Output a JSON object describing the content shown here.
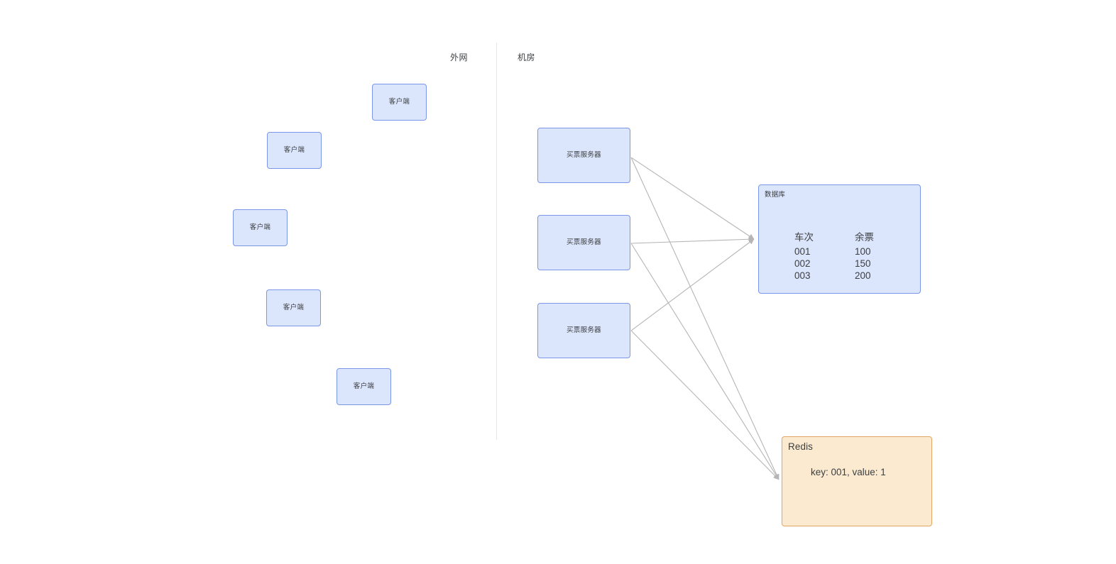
{
  "diagram": {
    "background": "#ffffff",
    "zones": [
      {
        "id": "external",
        "label": "外网"
      },
      {
        "id": "datacenter",
        "label": "机房"
      }
    ],
    "colors": {
      "node_blue_fill": "#dbe5fb",
      "node_blue_border": "#7b96e8",
      "node_orange_fill": "#fcead0",
      "node_orange_border": "#e0a663",
      "edge": "#b5b5b5",
      "text": "#3c4043",
      "divider": "#e8e8e8"
    },
    "clients": [
      {
        "label": "客户端"
      },
      {
        "label": "客户端"
      },
      {
        "label": "客户端"
      },
      {
        "label": "客户端"
      },
      {
        "label": "客户端"
      }
    ],
    "servers": [
      {
        "label": "买票服务器"
      },
      {
        "label": "买票服务器"
      },
      {
        "label": "买票服务器"
      }
    ],
    "database": {
      "title": "数据库",
      "columns": [
        "车次",
        "余票"
      ],
      "rows": [
        [
          "001",
          "100"
        ],
        [
          "002",
          "150"
        ],
        [
          "003",
          "200"
        ]
      ]
    },
    "redis": {
      "title": "Redis",
      "entry": "key: 001, value: 1"
    }
  }
}
